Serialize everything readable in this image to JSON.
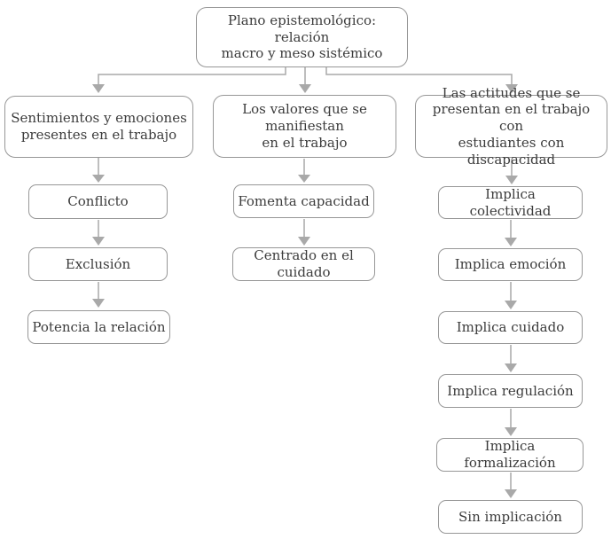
{
  "diagram": {
    "title_node": {
      "label": [
        "Plano epistemológico: relación",
        "macro y meso sistémico"
      ]
    },
    "columns": [
      {
        "header": [
          "Sentimientos y emociones",
          "presentes en el trabajo"
        ],
        "children": [
          "Conflicto",
          "Exclusión",
          "Potencia la relación"
        ]
      },
      {
        "header": [
          "Los valores que se",
          "manifiestan",
          "en el trabajo"
        ],
        "children": [
          "Fomenta capacidad",
          "Centrado en el cuidado"
        ]
      },
      {
        "header": [
          "Las actitudes que se",
          "presentan en el trabajo con",
          "estudiantes con discapacidad"
        ],
        "children": [
          "Implica colectividad",
          "Implica emoción",
          "Implica cuidado",
          "Implica regulación",
          "Implica formalización",
          "Sin implicación"
        ]
      }
    ],
    "colors": {
      "box_border": "#979797",
      "arrow": "#a9a9a9",
      "text": "#3c3c3c",
      "background": "#ffffff"
    }
  }
}
